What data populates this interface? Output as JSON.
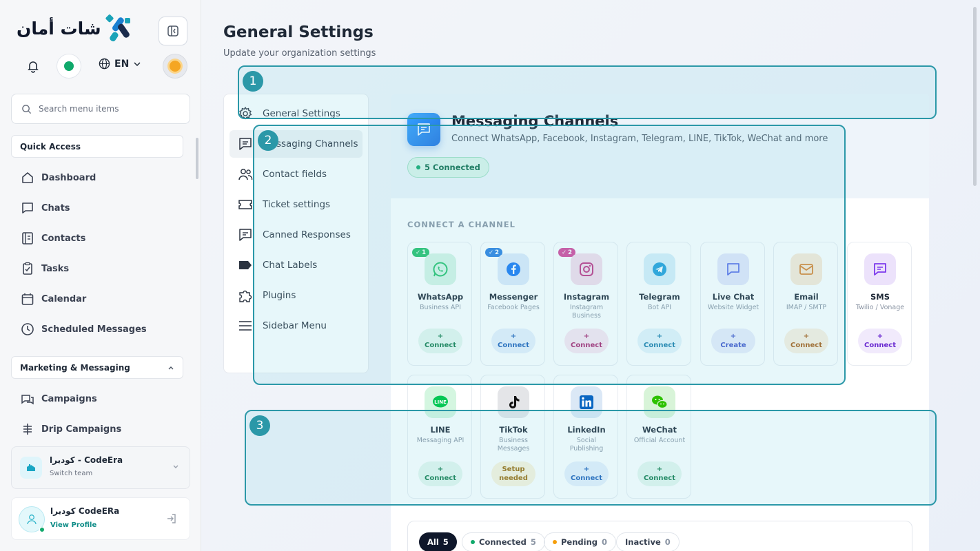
{
  "brand": {
    "logo_text": "شات أمان"
  },
  "header": {
    "language": "EN"
  },
  "search": {
    "placeholder": "Search menu items"
  },
  "sidebar": {
    "quick_access_label": "Quick Access",
    "quick_items": [
      {
        "label": "Dashboard",
        "icon": "home-icon"
      },
      {
        "label": "Chats",
        "icon": "chat-icon"
      },
      {
        "label": "Contacts",
        "icon": "contacts-icon"
      },
      {
        "label": "Tasks",
        "icon": "clipboard-icon"
      },
      {
        "label": "Calendar",
        "icon": "calendar-icon"
      },
      {
        "label": "Scheduled Messages",
        "icon": "clock-icon"
      }
    ],
    "marketing_label": "Marketing & Messaging",
    "marketing_items": [
      {
        "label": "Campaigns",
        "icon": "campaign-icon"
      },
      {
        "label": "Drip Campaigns",
        "icon": "drip-icon"
      }
    ]
  },
  "team": {
    "name": "كوديرا - CodeEra",
    "sub": "Switch team"
  },
  "profile": {
    "name": "كوديرا CodeERa",
    "link": "View Profile"
  },
  "page": {
    "title": "General Settings",
    "subtitle": "Update your organization settings"
  },
  "settings_menu": [
    {
      "label": "General Settings",
      "icon": "gear-icon"
    },
    {
      "label": "Messaging Channels",
      "icon": "message-icon"
    },
    {
      "label": "Contact fields",
      "icon": "users-icon"
    },
    {
      "label": "Ticket settings",
      "icon": "ticket-icon"
    },
    {
      "label": "Canned Responses",
      "icon": "canned-icon"
    },
    {
      "label": "Chat Labels",
      "icon": "label-icon"
    },
    {
      "label": "Plugins",
      "icon": "puzzle-icon"
    },
    {
      "label": "Sidebar Menu",
      "icon": "menu-icon"
    }
  ],
  "channels_panel": {
    "title": "Messaging Channels",
    "subtitle": "Connect WhatsApp, Facebook, Instagram, Telegram, LINE, TikTok, WeChat and more",
    "connected_badge": "5 Connected",
    "section_label": "CONNECT A CHANNEL"
  },
  "channels": [
    {
      "name": "WhatsApp",
      "desc": "Business API",
      "btn_top": "+",
      "btn": "Connect",
      "badge": "1",
      "color": "#25c06a"
    },
    {
      "name": "Messenger",
      "desc": "Facebook Pages",
      "btn_top": "+",
      "btn": "Connect",
      "badge": "2",
      "color": "#2b7fe0"
    },
    {
      "name": "Instagram",
      "desc": "Instagram Business",
      "btn_top": "+",
      "btn": "Connect",
      "badge": "2",
      "color": "#c13584"
    },
    {
      "name": "Telegram",
      "desc": "Bot API",
      "btn_top": "+",
      "btn": "Connect",
      "badge": "",
      "color": "#229ed9"
    },
    {
      "name": "Live Chat",
      "desc": "Website Widget",
      "btn_top": "+",
      "btn": "Create",
      "badge": "",
      "color": "#5b6ee8"
    },
    {
      "name": "Email",
      "desc": "IMAP / SMTP",
      "btn_top": "+",
      "btn": "Connect",
      "badge": "",
      "color": "#d9822b"
    },
    {
      "name": "SMS",
      "desc": "Twilio / Vonage",
      "btn_top": "+",
      "btn": "Connect",
      "badge": "",
      "color": "#7c3aed"
    },
    {
      "name": "LINE",
      "desc": "Messaging API",
      "btn_top": "+",
      "btn": "Connect",
      "badge": "",
      "color": "#06c755"
    },
    {
      "name": "TikTok",
      "desc": "Business Messages",
      "btn_top": "Setup",
      "btn": "needed",
      "badge": "",
      "color": "#111111"
    },
    {
      "name": "LinkedIn",
      "desc": "Social Publishing",
      "btn_top": "+",
      "btn": "Connect",
      "badge": "",
      "color": "#0a66c2"
    },
    {
      "name": "WeChat",
      "desc": "Official Account",
      "btn_top": "+",
      "btn": "Connect",
      "badge": "",
      "color": "#2dc100"
    }
  ],
  "filters": [
    {
      "label": "All",
      "count": "5"
    },
    {
      "label": "Connected",
      "count": "5"
    },
    {
      "label": "Pending",
      "count": "0"
    },
    {
      "label": "Inactive",
      "count": "0"
    }
  ],
  "overlays": [
    {
      "number": "1"
    },
    {
      "number": "2"
    },
    {
      "number": "3"
    }
  ]
}
